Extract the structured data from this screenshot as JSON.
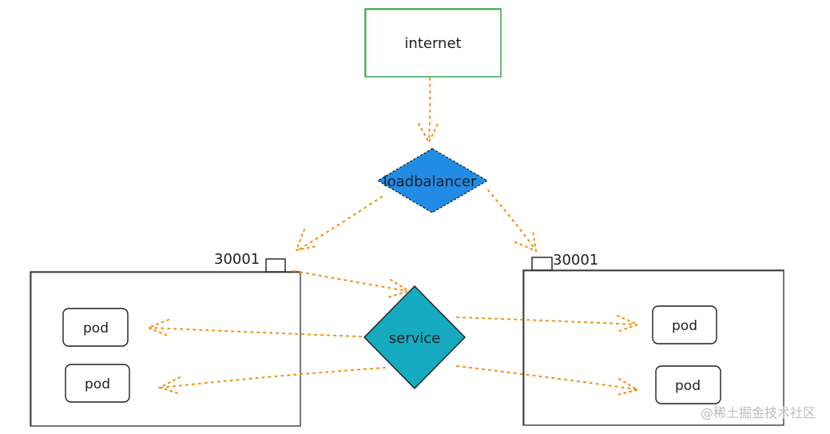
{
  "nodes": {
    "internet": {
      "label": "internet"
    },
    "loadbalancer": {
      "label": "loadbalancer"
    },
    "service": {
      "label": "service"
    },
    "node_left": {
      "port_label": "30001",
      "pods": [
        "pod",
        "pod"
      ]
    },
    "node_right": {
      "port_label": "30001",
      "pods": [
        "pod",
        "pod"
      ]
    }
  },
  "watermark": "@稀土掘金技术社区",
  "colors": {
    "internet_border": "#2f9e44",
    "loadbalancer_fill": "#228be6",
    "service_fill": "#15aabf",
    "arrow": "#f08c00",
    "stroke": "#1e1e1e"
  }
}
